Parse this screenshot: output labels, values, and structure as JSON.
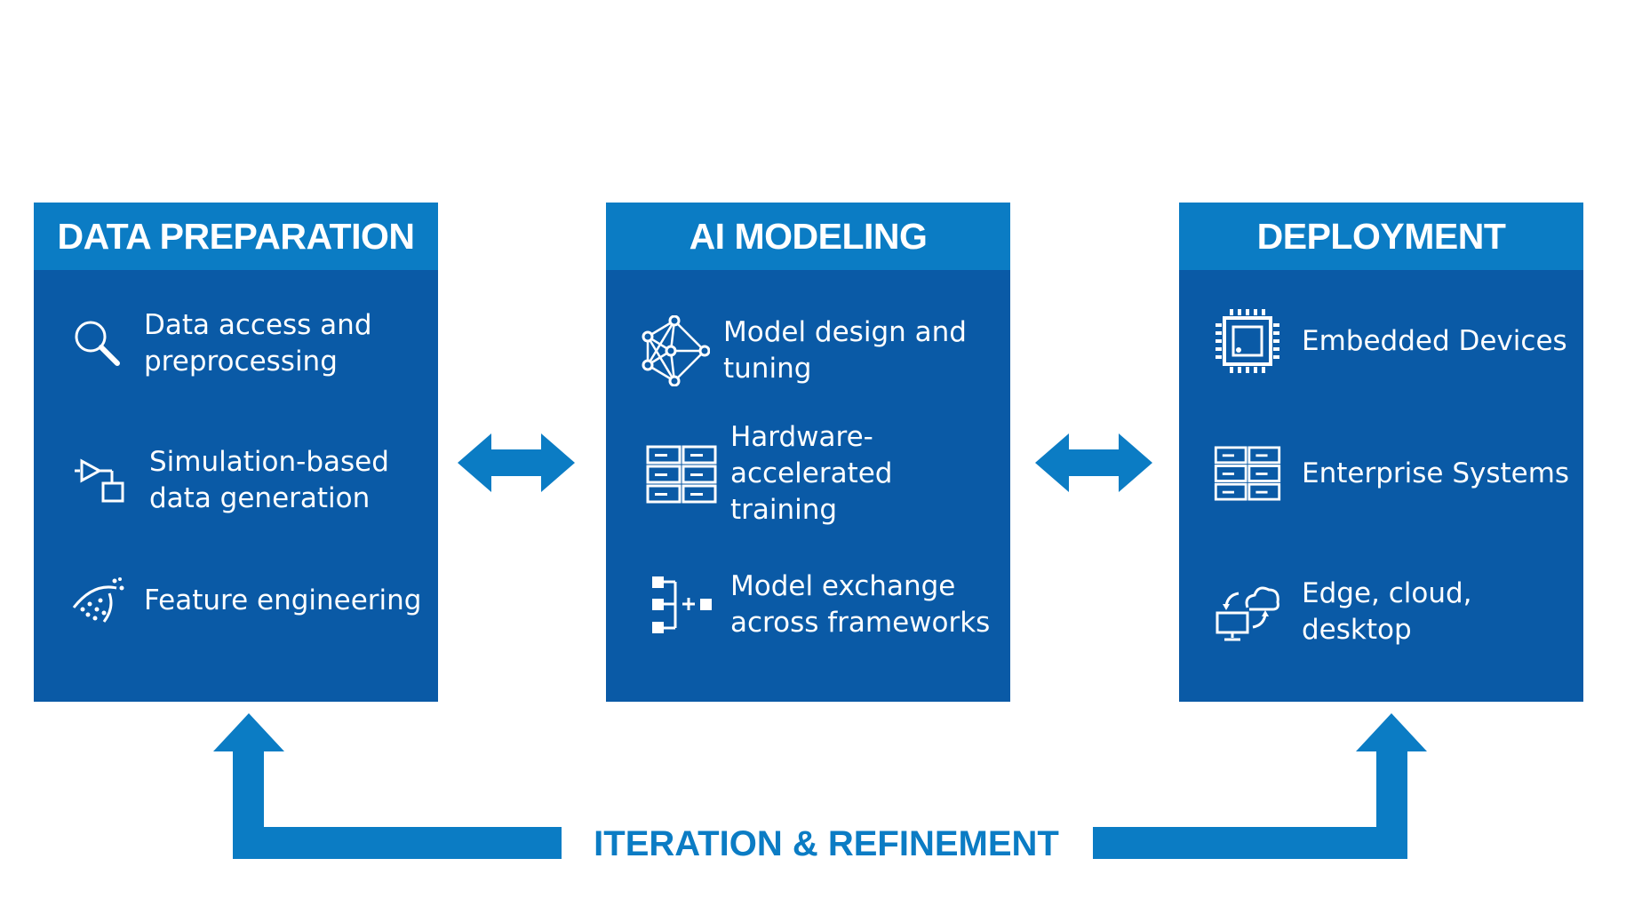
{
  "colors": {
    "panel_body": "#0a5aa6",
    "panel_header": "#0b7cc4",
    "arrow": "#0b7cc4",
    "text": "#ffffff"
  },
  "panels": [
    {
      "title": "DATA PREPARATION",
      "items": [
        {
          "icon": "magnifier-icon",
          "label": "Data access and preprocessing"
        },
        {
          "icon": "simulation-icon",
          "label": "Simulation-based data generation"
        },
        {
          "icon": "feature-engineering-icon",
          "label": "Feature engineering"
        }
      ]
    },
    {
      "title": "AI MODELING",
      "items": [
        {
          "icon": "neural-network-icon",
          "label": "Model design and tuning"
        },
        {
          "icon": "server-rack-icon",
          "label": "Hardware-accelerated training"
        },
        {
          "icon": "model-exchange-icon",
          "label": "Model exchange across frameworks"
        }
      ]
    },
    {
      "title": "DEPLOYMENT",
      "items": [
        {
          "icon": "chip-icon",
          "label": "Embedded Devices"
        },
        {
          "icon": "server-rack-icon",
          "label": "Enterprise Systems"
        },
        {
          "icon": "cloud-desktop-icon",
          "label": "Edge, cloud, desktop"
        }
      ]
    }
  ],
  "loop": {
    "label": "ITERATION & REFINEMENT"
  }
}
